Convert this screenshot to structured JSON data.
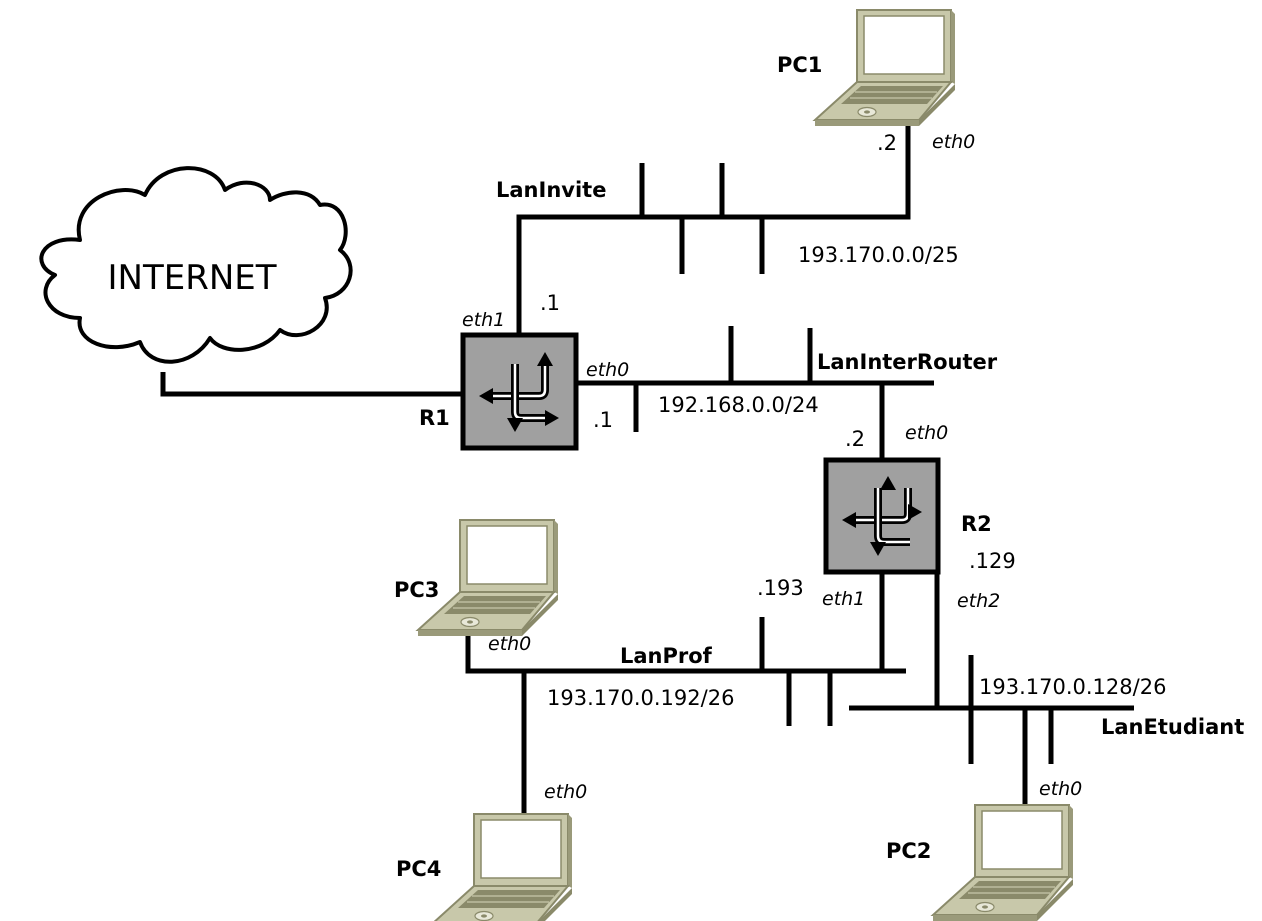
{
  "cloud": {
    "label": "INTERNET"
  },
  "routers": {
    "r1": {
      "label": "R1"
    },
    "r2": {
      "label": "R2"
    }
  },
  "pcs": {
    "pc1": {
      "label": "PC1"
    },
    "pc2": {
      "label": "PC2"
    },
    "pc3": {
      "label": "PC3"
    },
    "pc4": {
      "label": "PC4"
    }
  },
  "networks": {
    "lan_invite": {
      "name": "LanInvite",
      "subnet": "193.170.0.0/25"
    },
    "lan_inter_router": {
      "name": "LanInterRouter",
      "subnet": "192.168.0.0/24"
    },
    "lan_prof": {
      "name": "LanProf",
      "subnet": "193.170.0.192/26"
    },
    "lan_etudiant": {
      "name": "LanEtudiant",
      "subnet": "193.170.0.128/26"
    }
  },
  "interfaces": {
    "r1_eth1": {
      "name": "eth1",
      "host": ".1"
    },
    "r1_eth0": {
      "name": "eth0",
      "host": ".1"
    },
    "r2_eth0": {
      "name": "eth0",
      "host": ".2"
    },
    "r2_eth1": {
      "name": "eth1",
      "host": ".193"
    },
    "r2_eth2": {
      "name": "eth2",
      "host": ".129"
    },
    "pc1_eth0": {
      "name": "eth0",
      "host": ".2"
    },
    "pc2_eth0": {
      "name": "eth0"
    },
    "pc3_eth0": {
      "name": "eth0"
    },
    "pc4_eth0": {
      "name": "eth0"
    }
  },
  "colors": {
    "wire": "#000000",
    "router_fill": "#a0a0a0",
    "laptop_body": "#c8c8aa",
    "laptop_dark": "#8a8a6a",
    "laptop_screen": "#ffffff"
  }
}
